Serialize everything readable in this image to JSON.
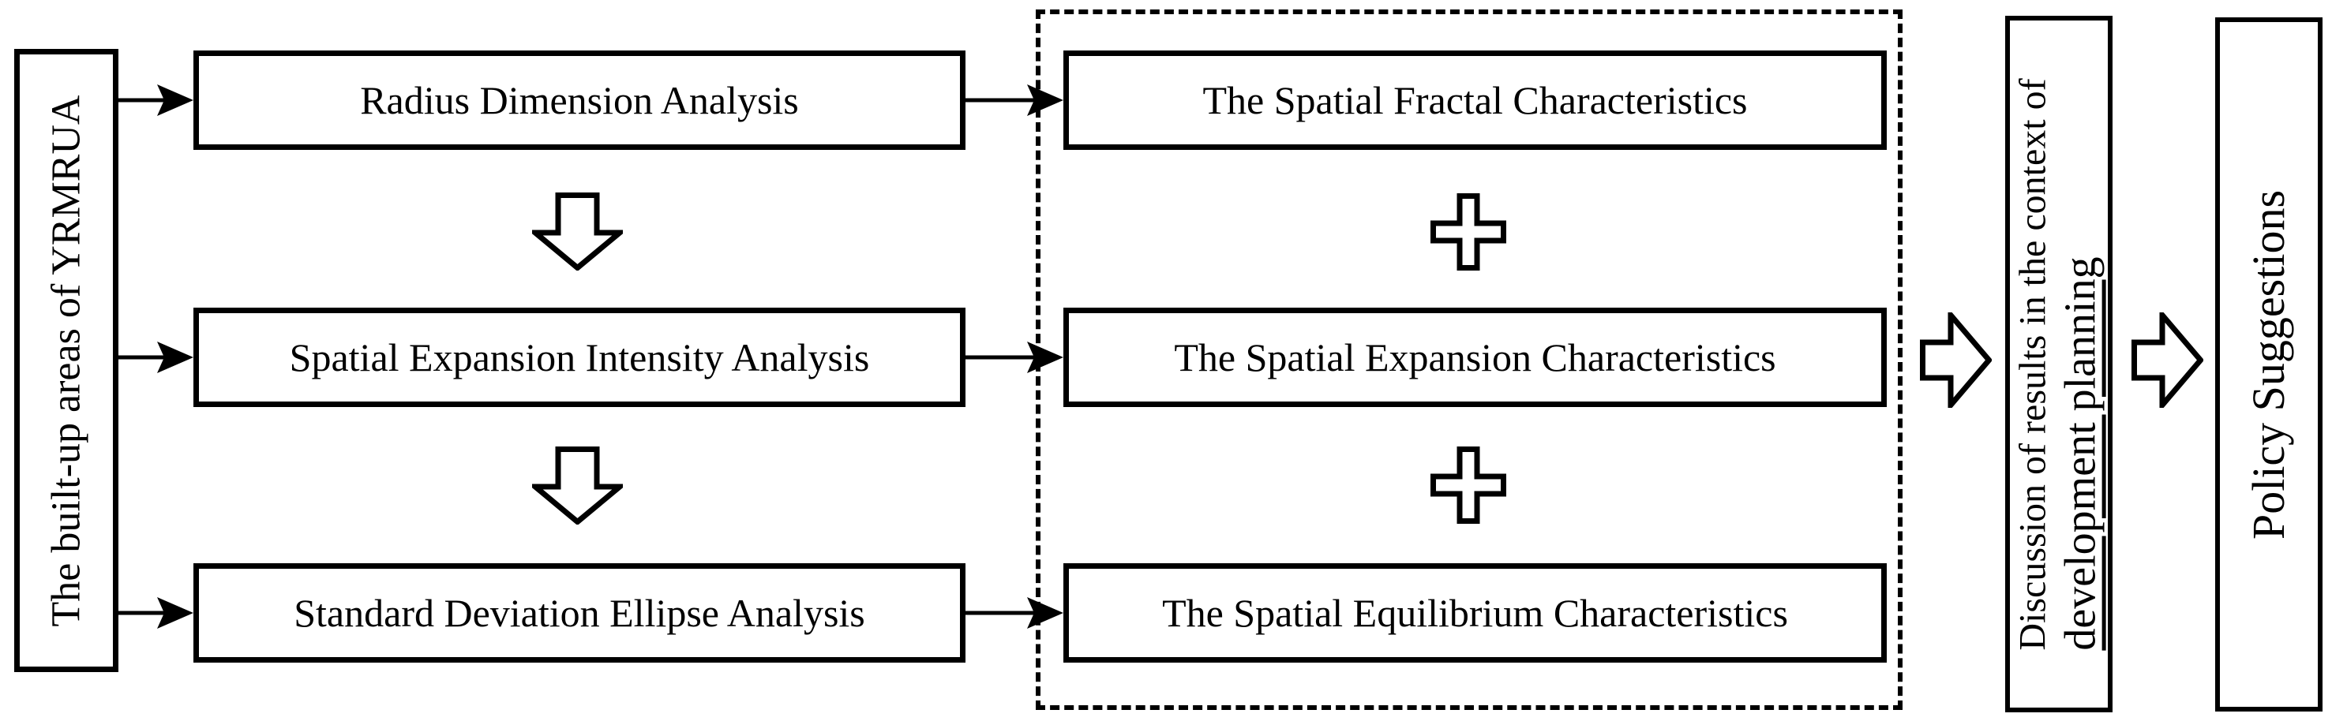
{
  "diagram": {
    "source_box": {
      "label": "The built-up areas of YRMRUA"
    },
    "method_boxes": [
      {
        "label": "Radius Dimension Analysis"
      },
      {
        "label": "Spatial Expansion Intensity Analysis"
      },
      {
        "label": "Standard Deviation Ellipse Analysis"
      }
    ],
    "result_boxes": [
      {
        "label": "The Spatial Fractal Characteristics"
      },
      {
        "label": "The Spatial Expansion Characteristics"
      },
      {
        "label": "The Spatial Equilibrium Characteristics"
      }
    ],
    "discussion_box": {
      "line1": "Discussion of results in the context of",
      "line2": "development planning"
    },
    "policy_box": {
      "label": "Policy Suggestions"
    },
    "icons": {
      "connector": "solid-right-arrow",
      "sequence": "hollow-down-arrow",
      "combine": "hollow-plus",
      "stage": "hollow-right-arrow"
    },
    "colors": {
      "line": "#000000",
      "background": "#ffffff"
    }
  }
}
